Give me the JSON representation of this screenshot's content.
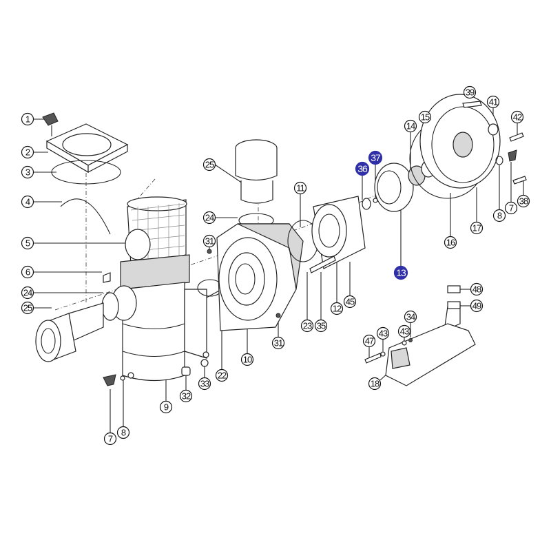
{
  "title": "Pump exploded parts diagram",
  "highlight_color": "#2f2fa8",
  "callouts": [
    "1",
    "2",
    "3",
    "4",
    "5",
    "6",
    "24",
    "25",
    "9",
    "7",
    "8",
    "32",
    "33",
    "22",
    "25",
    "24",
    "31",
    "31",
    "10",
    "11",
    "23",
    "35",
    "12",
    "45",
    "36",
    "37",
    "13",
    "14",
    "15",
    "39",
    "41",
    "42",
    "16",
    "17",
    "8",
    "7",
    "38",
    "48",
    "49",
    "34",
    "43",
    "43",
    "47",
    "18"
  ],
  "highlighted": [
    "36",
    "37",
    "13"
  ]
}
